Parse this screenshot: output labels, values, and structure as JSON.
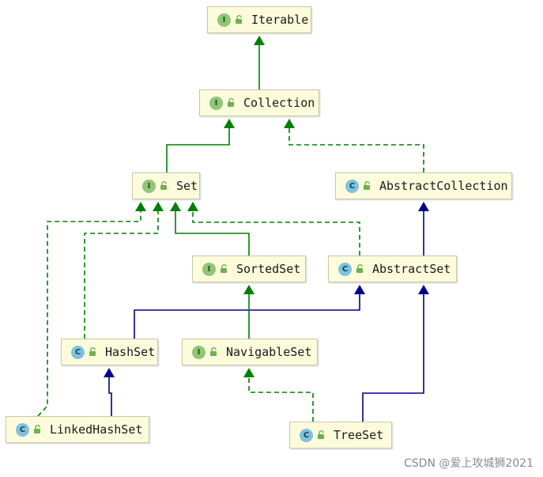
{
  "colors": {
    "extends": "#008000",
    "implements": "#008000",
    "class_extends": "#00008b",
    "node_fill": "#fcfcdc",
    "interface_badge": "#8fc677",
    "class_badge": "#7fc2de"
  },
  "icons": {
    "interface": "interface-icon",
    "class": "class-icon",
    "visibility": "public-lock-icon"
  },
  "nodes": [
    {
      "id": "iterable",
      "kind": "interface",
      "badge": "I",
      "label": "Iterable"
    },
    {
      "id": "collection",
      "kind": "interface",
      "badge": "I",
      "label": "Collection"
    },
    {
      "id": "set",
      "kind": "interface",
      "badge": "I",
      "label": "Set"
    },
    {
      "id": "abstractcollection",
      "kind": "class",
      "badge": "C",
      "label": "AbstractCollection"
    },
    {
      "id": "sortedset",
      "kind": "interface",
      "badge": "I",
      "label": "SortedSet"
    },
    {
      "id": "abstractset",
      "kind": "class",
      "badge": "C",
      "label": "AbstractSet"
    },
    {
      "id": "hashset",
      "kind": "class",
      "badge": "C",
      "label": "HashSet"
    },
    {
      "id": "navigableset",
      "kind": "interface",
      "badge": "I",
      "label": "NavigableSet"
    },
    {
      "id": "linkedhashset",
      "kind": "class",
      "badge": "C",
      "label": "LinkedHashSet"
    },
    {
      "id": "treeset",
      "kind": "class",
      "badge": "C",
      "label": "TreeSet"
    }
  ],
  "edges": [
    {
      "from": "collection",
      "to": "iterable",
      "type": "extends"
    },
    {
      "from": "set",
      "to": "collection",
      "type": "extends"
    },
    {
      "from": "abstractcollection",
      "to": "collection",
      "type": "implements"
    },
    {
      "from": "sortedset",
      "to": "set",
      "type": "extends"
    },
    {
      "from": "abstractset",
      "to": "set",
      "type": "implements"
    },
    {
      "from": "abstractset",
      "to": "abstractcollection",
      "type": "class_extends"
    },
    {
      "from": "hashset",
      "to": "set",
      "type": "implements"
    },
    {
      "from": "hashset",
      "to": "abstractset",
      "type": "class_extends"
    },
    {
      "from": "navigableset",
      "to": "sortedset",
      "type": "extends"
    },
    {
      "from": "linkedhashset",
      "to": "set",
      "type": "implements"
    },
    {
      "from": "linkedhashset",
      "to": "hashset",
      "type": "class_extends"
    },
    {
      "from": "treeset",
      "to": "navigableset",
      "type": "implements"
    },
    {
      "from": "treeset",
      "to": "abstractset",
      "type": "class_extends"
    }
  ],
  "watermark": "CSDN @爱上攻城狮2021"
}
